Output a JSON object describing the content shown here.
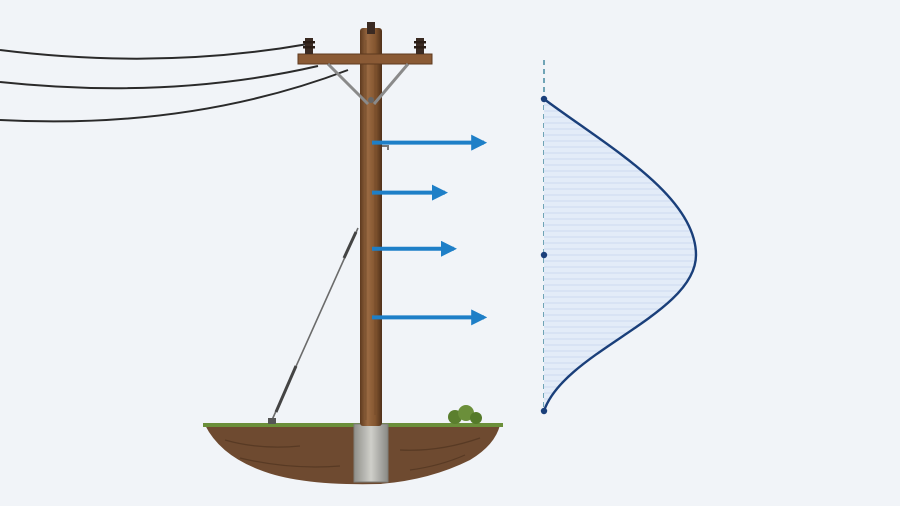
{
  "colors": {
    "background": "#f1f4f8",
    "arrow": "#1e7fc7",
    "curve": "#1a3f7a",
    "fill": "#e3ecf8",
    "hatch": "#c7d6ec",
    "pole": "#8a5a35",
    "pole_dark": "#5e3a1f",
    "soil": "#6e4a30",
    "grass": "#6b8f3a",
    "concrete": "#b9b9b4",
    "wire": "#2a2a2a",
    "guy_wire": "#6b6b6b"
  },
  "icons": {
    "pole": "utility-pole-icon",
    "insulator": "insulator-icon",
    "guy_wire": "guy-wire-icon",
    "bush": "bush-icon"
  },
  "load_arrows": [
    {
      "level": 0.86,
      "strength": 1.0
    },
    {
      "level": 0.7,
      "strength": 0.65
    },
    {
      "level": 0.52,
      "strength": 0.73
    },
    {
      "level": 0.3,
      "strength": 1.0
    }
  ],
  "distribution": {
    "peak_level": 0.5,
    "marked_levels": [
      1.0,
      0.5,
      0.0
    ]
  }
}
